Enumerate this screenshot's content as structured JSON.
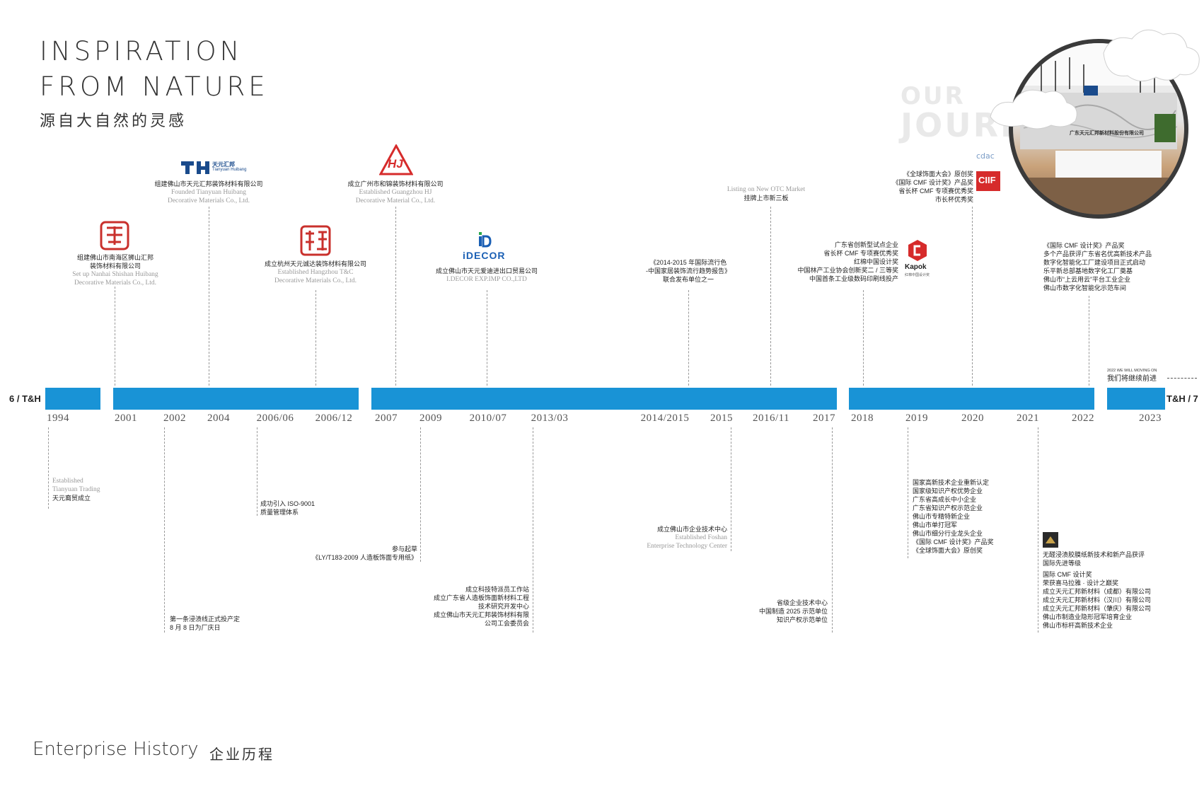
{
  "header": {
    "line1": "INSPIRATION",
    "line2": "FROM NATURE",
    "cn": "源自大自然的灵感",
    "journey1": "OUR",
    "journey2": "JOURNEY"
  },
  "photo": {
    "sign_cn": "广东天元汇邦新材料股份有限公司"
  },
  "page_left": "6 / T&H",
  "page_right": "T&H / 7",
  "years": [
    "1994",
    "2001",
    "2002",
    "2004",
    "2006/06",
    "2006/12",
    "2007",
    "2009",
    "2010/07",
    "2013/03",
    "2014/2015",
    "2015",
    "2016/11",
    "2017",
    "2018",
    "2019",
    "2020",
    "2021",
    "2022",
    "2023"
  ],
  "logos": {
    "th_cn": "天元汇邦",
    "th_en": "Tianyuan Huibang",
    "hj": "HJ",
    "idecor": "iDECOR",
    "kapok": "Kapok",
    "kapok_sub": "红棉中国设计奖",
    "ciif": "CIIF",
    "cdac": "cdac"
  },
  "future": {
    "small": "2022 WE WILL MOVING ON",
    "cn": "我们将继续前进"
  },
  "events_top": {
    "e2001": {
      "cn1": "组建佛山市南海区狮山汇邦",
      "cn2": "装饰材料有限公司",
      "en1": "Set up Nanhai Shishan Huibang",
      "en2": "Decorative Materials Co., Ltd."
    },
    "e2004": {
      "cn1": "组建佛山市天元汇邦装饰材料有限公司",
      "en1": "Founded Tianyuan Huibang",
      "en2": "Decorative Materials Co., Ltd."
    },
    "e2006": {
      "cn1": "成立杭州天元诚达装饰材料有限公司",
      "en1": "Established Hangzhou T&C",
      "en2": "Decorative Materials Co., Ltd."
    },
    "e2007": {
      "cn1": "成立广州市和锦装饰材料有限公司",
      "en1": "Established Guangzhou HJ",
      "en2": "Decorative Material Co., Ltd."
    },
    "e2010": {
      "cn1": "成立佛山市天元爱迪进出口贸易公司",
      "en1": "I.DECOR EXP.IMP CO.,LTD"
    },
    "e2014": {
      "cn1": "《2014-2015 年国际流行色",
      "cn2": "-中国家居装饰流行趋势报告》",
      "cn3": "联合发布单位之一"
    },
    "e2016": {
      "en1": "Listing on New OTC Market",
      "cn1": "挂牌上市新三板"
    },
    "e2018": {
      "l1": "广东省创新型试点企业",
      "l2": "省长杯 CMF 专项赛优秀奖",
      "l3": "红棉中国设计奖",
      "l4": "中国林产工业协会创新奖二 / 三等奖",
      "l5": "中国首条工业级数码印刷线投产"
    },
    "e2020": {
      "l1": "《全球饰面大会》原创奖",
      "l2": "《国际 CMF 设计奖》产品奖",
      "l3": "省长杯 CMF 专项赛优秀奖",
      "l4": "市长杯优秀奖"
    },
    "e2022": {
      "l1": "《国际 CMF 设计奖》产品奖",
      "l2": "多个产品获评广东省名优高新技术产品",
      "l3": "数字化智能化工厂建设项目正式启动",
      "l4": "乐平新总部基地数字化工厂奠基",
      "l5": "佛山市“上云用云”平台工业企业",
      "l6": "佛山市数字化智能化示范车间"
    }
  },
  "events_bottom": {
    "e1994": {
      "en1": "Established",
      "en2": "Tianyuan Trading",
      "cn1": "天元裔贸成立"
    },
    "e2002": {
      "l1": "第一条浸渍线正式投产定",
      "l2": "8 月 8 日为厂庆日"
    },
    "e2006": {
      "l1": "成功引入 ISO-9001",
      "l2": "质量管理体系"
    },
    "e2009": {
      "l1": "参与起草",
      "l2": "《LY/T183-2009 人造板饰面专用纸》"
    },
    "e2013": {
      "l1": "成立科技特派员工作站",
      "l2": "成立广东省人造板饰面新材料工程",
      "l3": "技术研究开发中心",
      "l4": "成立佛山市天元汇邦装饰材料有限",
      "l5": "公司工会委员会"
    },
    "e2015": {
      "cn1": "成立佛山市企业技术中心",
      "en1": "Established Foshan",
      "en2": "Enterprise Technology Center"
    },
    "e2017": {
      "l1": "省级企业技术中心",
      "l2": "中国制造 2025 示范单位",
      "l3": "知识产权示范单位"
    },
    "e2019": {
      "l1": "国家高新技术企业重新认定",
      "l2": "国家级知识产权优势企业",
      "l3": "广东省高成长中小企业",
      "l4": "广东省知识产权示范企业",
      "l5": "佛山市专精特新企业",
      "l6": "佛山市单打冠军",
      "l7": "佛山市细分行业龙头企业",
      "l8": "《国际 CMF 设计奖》产品奖",
      "l9": "《全球饰面大会》原创奖"
    },
    "e2021": {
      "l1": "无醛浸渍胶膜纸新技术和新产品获评",
      "l2": "国际先进等级",
      "l3": "国际 CMF 设计奖",
      "l4": "荣获喜马拉雅 · 设计之巅奖",
      "l5": "成立天元汇邦新材料（成都）有限公司",
      "l6": "成立天元汇邦新材料（汉川）有限公司",
      "l7": "成立天元汇邦新材料（肇庆）有限公司",
      "l8": "佛山市制造业隐形冠军培育企业",
      "l9": "佛山市标杆高新技术企业"
    }
  },
  "footer": {
    "en": "Enterprise History",
    "cn": "企业历程"
  },
  "colors": {
    "bar": "#1993d6",
    "red": "#d62b2b",
    "navy": "#1a4b8c"
  }
}
